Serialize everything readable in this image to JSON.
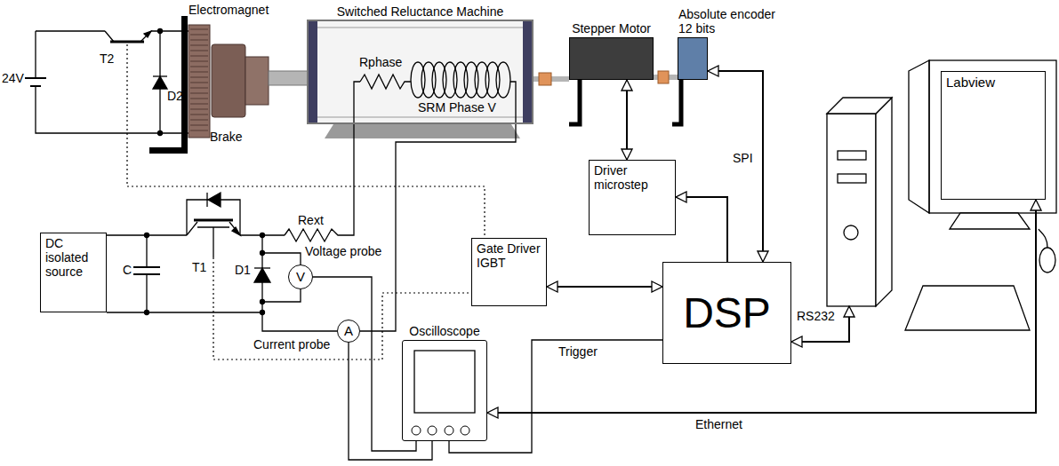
{
  "diagram": {
    "nodes": [
      {
        "text": [
          "Switched Reluctance Machine"
        ]
      },
      {
        "text": [
          "Stepper Motor"
        ]
      },
      {
        "text": [
          "Absolute encoder 12 bits"
        ]
      },
      {
        "text": [
          "Driver microstep"
        ]
      },
      {
        "text": [
          "DC isolated source"
        ]
      },
      {
        "text": [
          "Gate Driver IGBT"
        ]
      },
      {
        "text": [
          "DSP"
        ]
      },
      {
        "text": [
          "Oscilloscope"
        ]
      },
      {
        "text": [
          "Labview"
        ]
      },
      {
        "text": [
          "V"
        ]
      },
      {
        "text": [
          "A"
        ]
      }
    ],
    "edges": [
      {
        "from": 6,
        "to": 5,
        "arrow": "both"
      },
      {
        "from": 6,
        "to": 3,
        "arrow": "to"
      },
      {
        "from": 1,
        "to": 3,
        "arrow": "both"
      },
      {
        "from": 2,
        "to": 6,
        "label": "SPI",
        "arrow": "both"
      },
      {
        "from": 7,
        "to": 8,
        "label": "Ethernet",
        "arrow": "both"
      },
      {
        "from": 6,
        "to": 7,
        "label": "Trigger",
        "arrow": "none"
      },
      {
        "from": 9,
        "to": 7,
        "arrow": "none"
      },
      {
        "from": 10,
        "to": 7,
        "arrow": "none"
      }
    ],
    "labels": [
      "24V",
      "T2",
      "D2",
      "Electromagnet",
      "Brake",
      "Rphase",
      "SRM Phase V",
      "Rext",
      "Voltage probe",
      "C",
      "T1",
      "D1",
      "Current probe",
      "RS232"
    ]
  }
}
